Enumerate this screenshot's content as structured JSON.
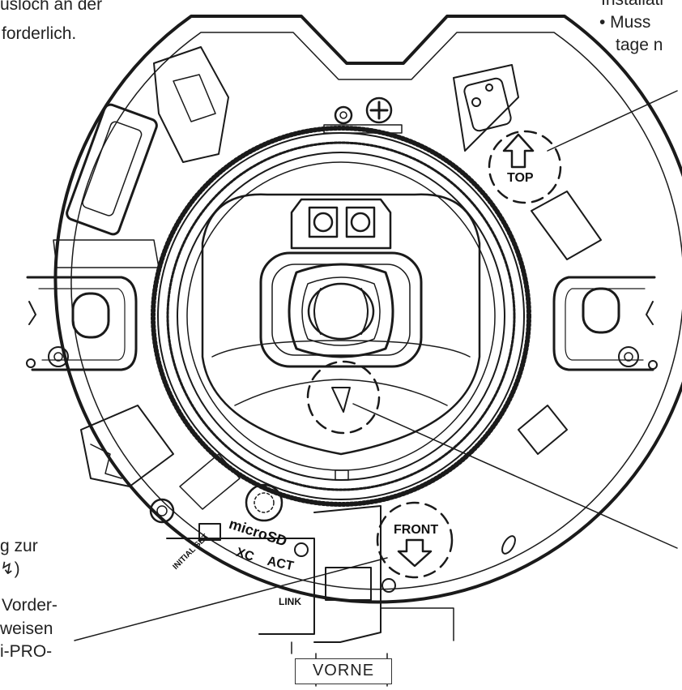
{
  "top_left_text": [
    "usloch an der",
    "forderlich."
  ],
  "top_right_text": [
    "Installati",
    "• Muss",
    "tage n"
  ],
  "bottom_left_text": [
    "g zur",
    "↯)",
    "Vorder-",
    "weisen",
    "i-PRO-"
  ],
  "bottom_label": "VORNE",
  "device_labels": {
    "top_mark": "TOP",
    "front_mark": "FRONT",
    "initial_set": "INITIAL SET",
    "micro_sd": "microSD",
    "xc": "XC",
    "act": "ACT",
    "link": "LINK"
  }
}
